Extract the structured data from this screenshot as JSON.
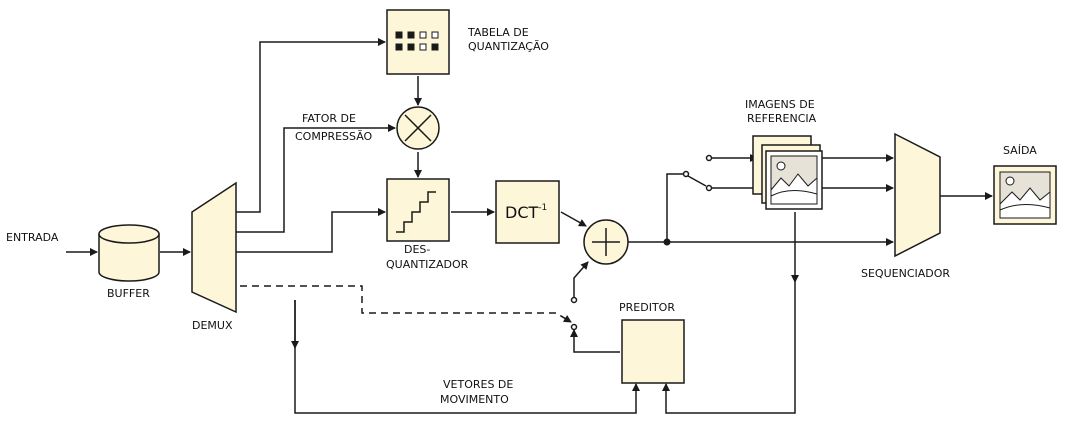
{
  "labels": {
    "entrada": "ENTRADA",
    "buffer": "BUFFER",
    "demux": "DEMUX",
    "tabela_line1": "TABELA DE",
    "tabela_line2": "QUANTIZAÇÃO",
    "fator_line1": "FATOR DE",
    "fator_line2": "COMPRESSÃO",
    "desq_line1": "DES-",
    "desq_line2": "QUANTIZADOR",
    "dct": "DCT",
    "dct_sup": "-1",
    "imagens_line1": "IMAGENS DE",
    "imagens_line2": "REFERENCIA",
    "saida": "SAÍDA",
    "sequenciador": "SEQUENCIADOR",
    "preditor": "PREDITOR",
    "vetores_line1": "VETORES DE",
    "vetores_line2": "MOVIMENTO"
  },
  "colors": {
    "block_fill": "#fdf6d8",
    "image_fill": "#e6e2d8",
    "stroke": "#1a1a1a"
  }
}
